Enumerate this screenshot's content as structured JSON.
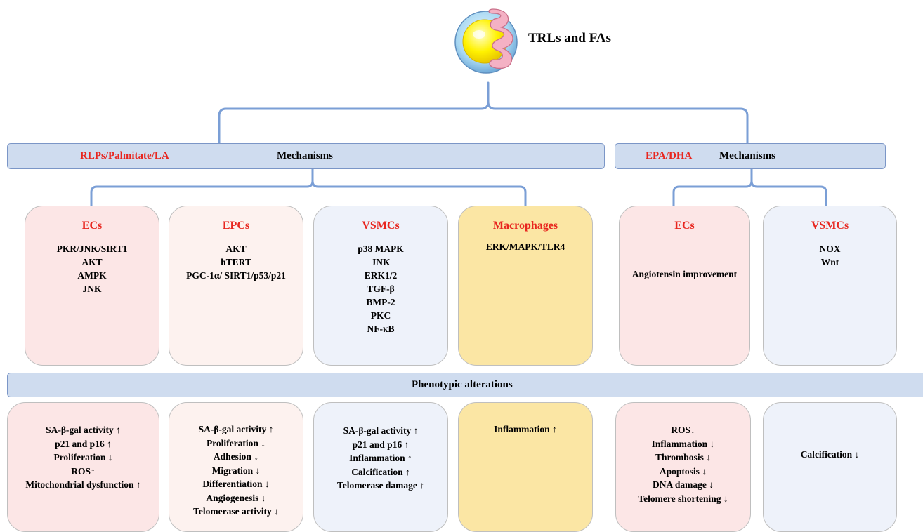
{
  "header": {
    "title": "TRLs and FAs"
  },
  "left_section": {
    "label": "RLPs/Palmitate/LA",
    "heading": "Mechanisms"
  },
  "right_section": {
    "label": "EPA/DHA",
    "heading": "Mechanisms"
  },
  "mechanism_cards": [
    {
      "title": "ECs",
      "lines": [
        "PKR/JNK/SIRT1",
        "AKT",
        "AMPK",
        "JNK"
      ]
    },
    {
      "title": "EPCs",
      "lines": [
        "AKT",
        "hTERT",
        "PGC-1α/ SIRT1/p53/p21"
      ]
    },
    {
      "title": "VSMCs",
      "lines": [
        "p38 MAPK",
        "JNK",
        "ERK1/2",
        "TGF-β",
        "BMP-2",
        "PKC",
        "NF-κB"
      ]
    },
    {
      "title": "Macrophages",
      "lines": [
        "ERK/MAPK/TLR4"
      ]
    },
    {
      "title": "ECs",
      "lines": [
        "Angiotensin improvement"
      ]
    },
    {
      "title": "VSMCs",
      "lines": [
        "NOX",
        "Wnt"
      ]
    }
  ],
  "phenotype_bar": {
    "label": "Phenotypic alterations"
  },
  "phenotype_cards": [
    {
      "lines": [
        "SA-β-gal activity ↑",
        "p21 and p16 ↑",
        "Proliferation ↓",
        "ROS↑",
        "Mitochondrial dysfunction ↑"
      ]
    },
    {
      "lines": [
        "SA-β-gal activity ↑",
        "Proliferation ↓",
        "Adhesion ↓",
        "Migration ↓",
        "Differentiation ↓",
        "Angiogenesis ↓",
        "Telomerase activity ↓"
      ]
    },
    {
      "lines": [
        "SA-β-gal activity ↑",
        "p21 and p16 ↑",
        "Inflammation ↑",
        "Calcification ↑",
        "Telomerase damage ↑"
      ]
    },
    {
      "lines": [
        "Inflammation ↑"
      ]
    },
    {
      "lines": [
        "ROS↓",
        "Inflammation ↓",
        "Thrombosis ↓",
        "Apoptosis ↓",
        "DNA damage ↓",
        "Telomere shortening  ↓"
      ]
    },
    {
      "lines": [
        "Calcification ↓"
      ]
    }
  ],
  "colors": {
    "bar_fill": "#cfdcef",
    "bar_border": "#7b96c7",
    "label_red": "#e8261f",
    "pink": "#fce6e6",
    "peach": "#fdf2ef",
    "blue": "#eef2fa",
    "yellow": "#fbe6a4"
  }
}
